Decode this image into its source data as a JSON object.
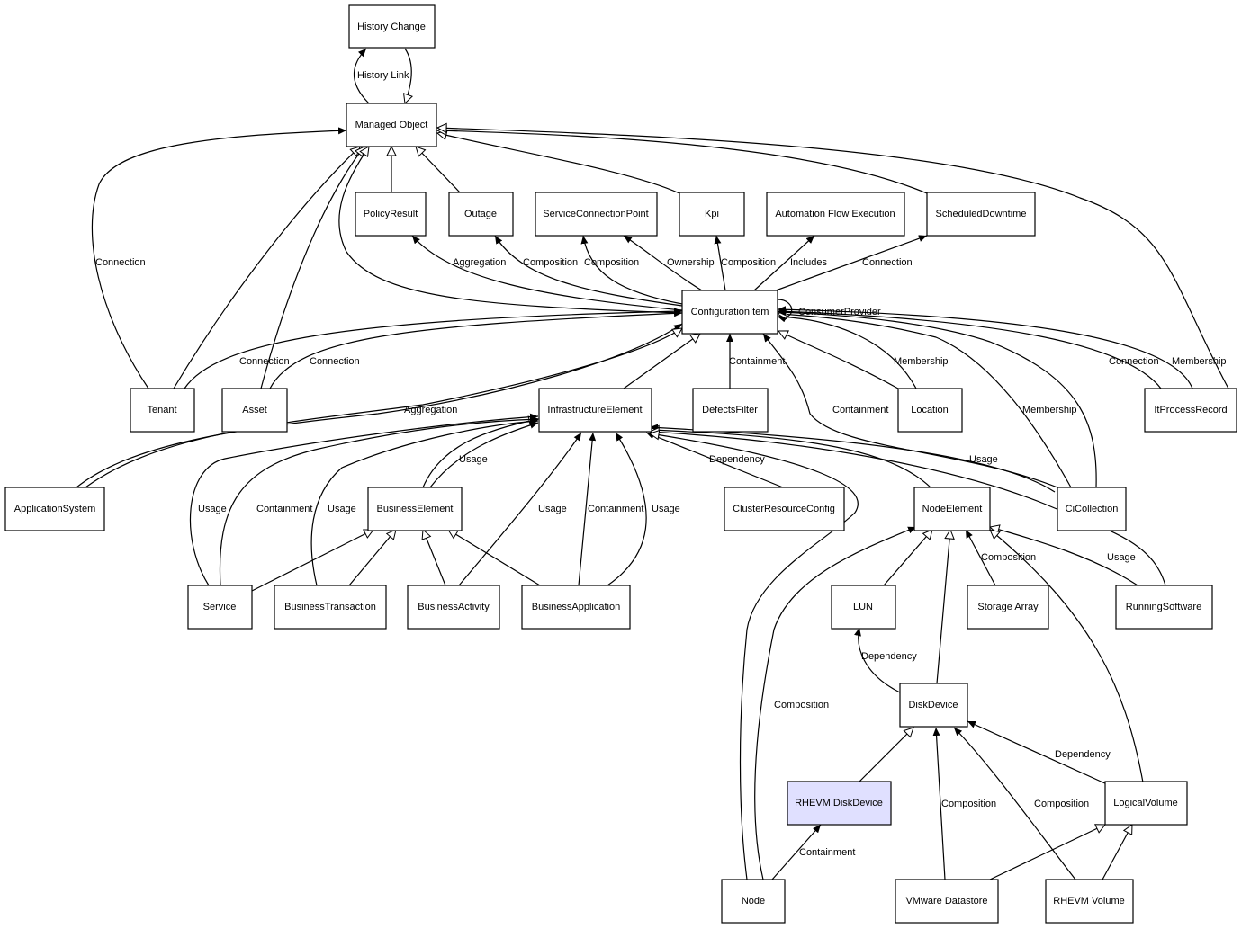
{
  "colors": {
    "node_fill": "#ffffff",
    "highlight_fill": "#e0e0ff",
    "stroke": "#000000"
  },
  "nodes": {
    "history_change": "History Change",
    "managed_object": "Managed Object",
    "policy_result": "PolicyResult",
    "outage": "Outage",
    "service_connection_point": "ServiceConnectionPoint",
    "kpi": "Kpi",
    "automation_flow_execution": "Automation Flow Execution",
    "scheduled_downtime": "ScheduledDowntime",
    "configuration_item": "ConfigurationItem",
    "tenant": "Tenant",
    "asset": "Asset",
    "infrastructure_element": "InfrastructureElement",
    "defects_filter": "DefectsFilter",
    "location": "Location",
    "it_process_record": "ItProcessRecord",
    "application_system": "ApplicationSystem",
    "business_element": "BusinessElement",
    "cluster_resource_config": "ClusterResourceConfig",
    "node_element": "NodeElement",
    "ci_collection": "CiCollection",
    "service": "Service",
    "business_transaction": "BusinessTransaction",
    "business_activity": "BusinessActivity",
    "business_application": "BusinessApplication",
    "lun": "LUN",
    "storage_array": "Storage Array",
    "running_software": "RunningSoftware",
    "disk_device": "DiskDevice",
    "rhevm_disk_device": "RHEVM DiskDevice",
    "logical_volume": "LogicalVolume",
    "node": "Node",
    "vmware_datastore": "VMware Datastore",
    "rhevm_volume": "RHEVM Volume"
  },
  "edge_labels": {
    "history_link": "History Link",
    "connection_tenant_mo": "Connection",
    "aggregation_policy": "Aggregation",
    "composition_outage": "Composition",
    "composition_scp": "Composition",
    "ownership_scp": "Ownership",
    "composition_kpi": "Composition",
    "includes_afe": "Includes",
    "connection_sd": "Connection",
    "consumer_provider": "ConsumerProvider",
    "connection_tenant_ci": "Connection",
    "connection_asset_ci": "Connection",
    "containment_defects": "Containment",
    "membership_location": "Membership",
    "containment_cicol": "Containment",
    "membership_cicol": "Membership",
    "connection_itpr": "Connection",
    "membership_itpr": "Membership",
    "aggregation_appsys": "Aggregation",
    "usage_be": "Usage",
    "dependency_crc": "Dependency",
    "usage_cicol": "Usage",
    "usage_service": "Usage",
    "containment_service": "Containment",
    "usage_bt": "Usage",
    "usage_bact": "Usage",
    "containment_bapp": "Containment",
    "usage_bapp": "Usage",
    "composition_storage": "Composition",
    "usage_running": "Usage",
    "dependency_lun": "Dependency",
    "composition_node": "Composition",
    "dependency_lv": "Dependency",
    "composition_vmware": "Composition",
    "composition_rhevm_vol": "Composition",
    "containment_node": "Containment"
  }
}
